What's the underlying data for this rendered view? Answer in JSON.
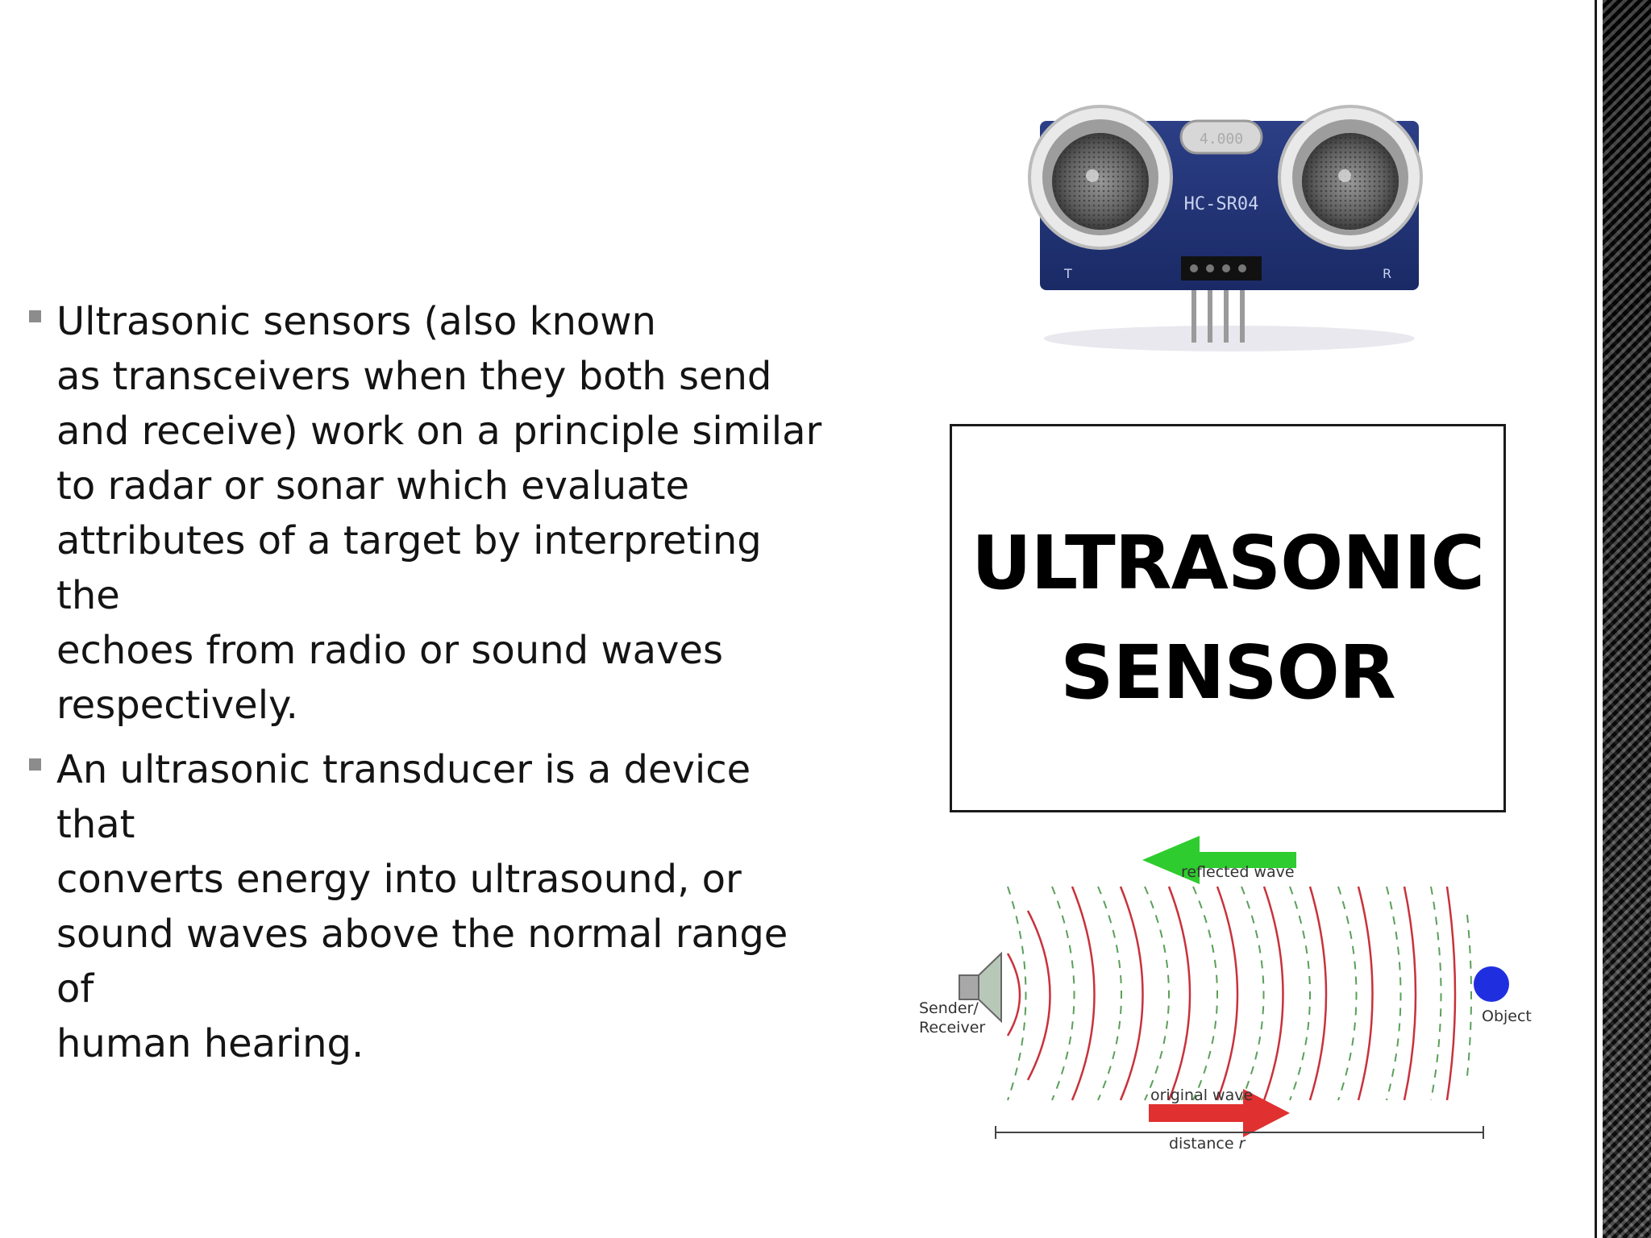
{
  "bullets": [
    {
      "lines": [
        "Ultrasonic sensors (also known",
        "as transceivers when they both send",
        "and receive) work on a principle similar",
        "to radar or sonar which evaluate",
        "attributes of a target by interpreting the",
        "echoes from radio or sound waves",
        "respectively."
      ]
    },
    {
      "lines": [
        "An ultrasonic transducer is a device that",
        "converts energy into ultrasound, or",
        "sound waves above the normal range of",
        "human hearing."
      ]
    }
  ],
  "title_box": {
    "line1": "ULTRASONIC",
    "line2": "SENSOR"
  },
  "sensor_photo": {
    "crystal_text": "4.000",
    "model_text": "HC-SR04",
    "left_mark": "T",
    "right_mark": "R"
  },
  "wave_diagram": {
    "reflected_label": "reflected wave",
    "original_label": "original wave",
    "sender_label_1": "Sender/",
    "sender_label_2": "Receiver",
    "object_label": "Object",
    "distance_label": "distance",
    "distance_var": "r",
    "colors": {
      "reflected_arrow": "#2ecc2e",
      "original_arrow": "#e03030",
      "solid_wave": "#c8323c",
      "dashed_wave": "#5aa05a",
      "object": "#1f2fe0"
    }
  }
}
